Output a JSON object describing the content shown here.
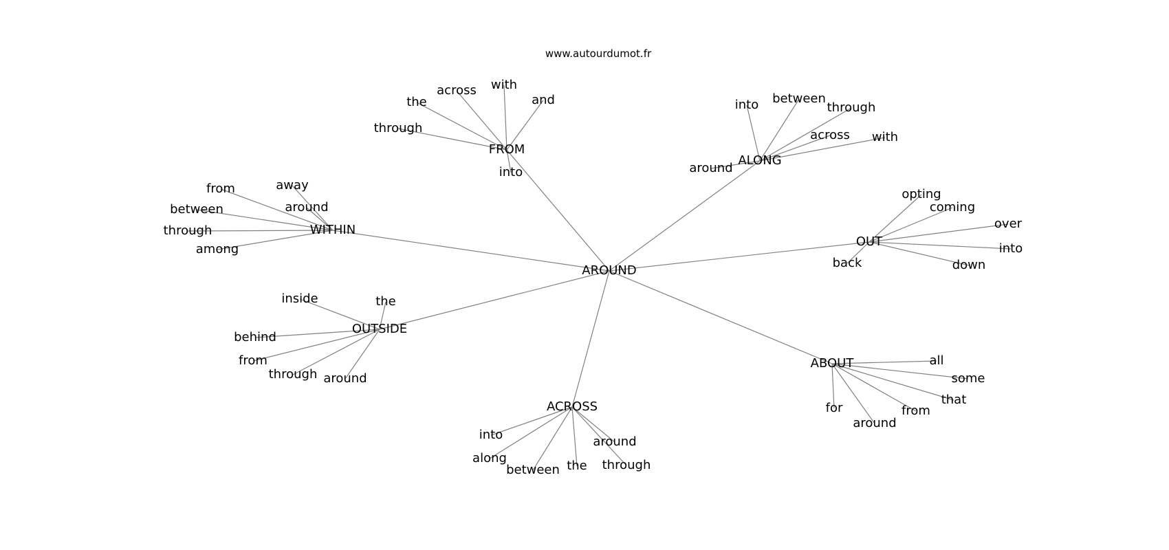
{
  "watermark": "www.autourdumot.fr",
  "colors": {
    "edge": "#808080",
    "text": "#000000",
    "background": "#ffffff"
  },
  "graph": {
    "center": "AROUND",
    "groups": [
      {
        "hub": "FROM",
        "words": [
          "across",
          "with",
          "and",
          "the",
          "through",
          "into"
        ]
      },
      {
        "hub": "ALONG",
        "words": [
          "into",
          "between",
          "through",
          "across",
          "with",
          "around"
        ]
      },
      {
        "hub": "WITHIN",
        "words": [
          "from",
          "away",
          "around",
          "between",
          "through",
          "among"
        ]
      },
      {
        "hub": "OUT",
        "words": [
          "opting",
          "coming",
          "over",
          "into",
          "down",
          "back"
        ]
      },
      {
        "hub": "OUTSIDE",
        "words": [
          "inside",
          "the",
          "behind",
          "from",
          "through",
          "around"
        ]
      },
      {
        "hub": "ABOUT",
        "words": [
          "all",
          "some",
          "that",
          "from",
          "around",
          "for"
        ]
      },
      {
        "hub": "ACROSS",
        "words": [
          "into",
          "along",
          "between",
          "the",
          "through",
          "around"
        ]
      }
    ]
  }
}
